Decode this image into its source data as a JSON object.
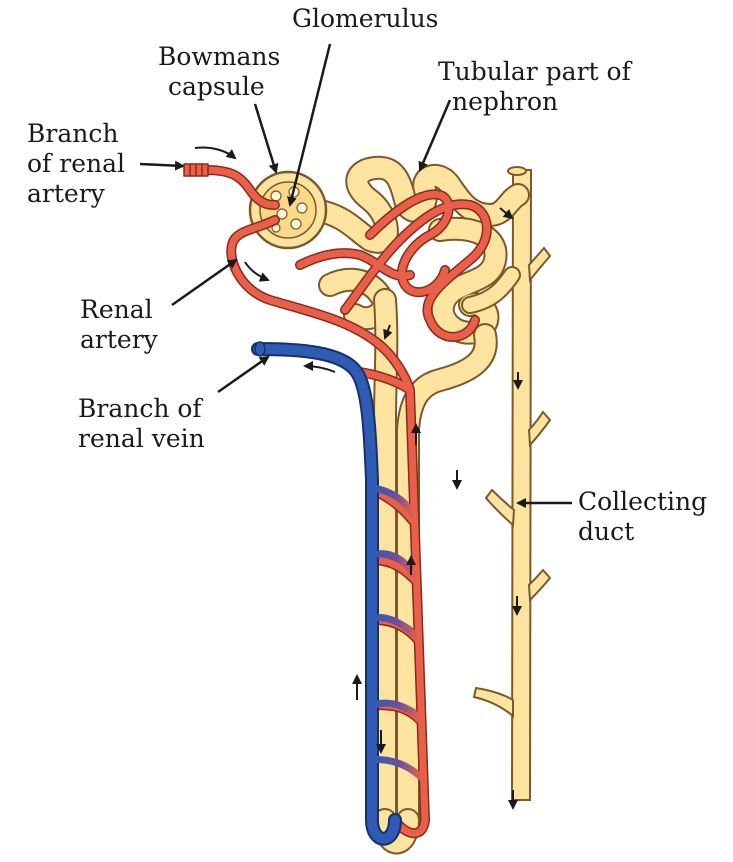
{
  "labels": {
    "glomerulus": "Glomerulus",
    "bowmans_capsule": [
      "Bowmans",
      "capsule"
    ],
    "tubular_part": [
      "Tubular part of",
      "nephron"
    ],
    "branch_renal_artery": [
      "Branch",
      "of renal",
      "artery"
    ],
    "renal_artery": [
      "Renal",
      "artery"
    ],
    "branch_renal_vein": [
      "Branch of",
      "renal vein"
    ],
    "collecting_duct": [
      "Collecting",
      "duct"
    ]
  },
  "colors": {
    "tubule_fill": "#fde3a0",
    "tubule_outline": "#7a5a2a",
    "artery": "#e8604a",
    "artery_outline": "#8a2a1a",
    "vein": "#2f5bb5",
    "vein_outline": "#17306b",
    "arrow": "#1a1a1a"
  }
}
